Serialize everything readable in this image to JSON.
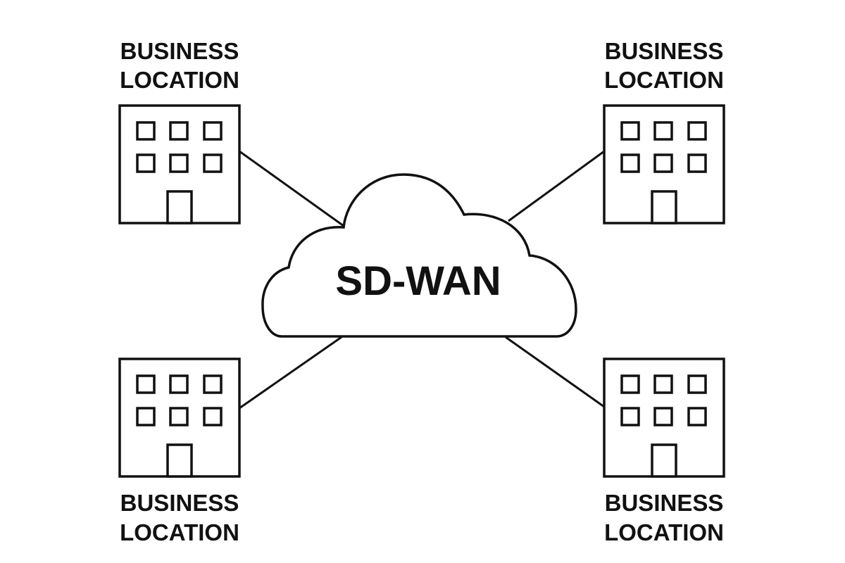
{
  "diagram": {
    "center_node": {
      "label": "SD-WAN",
      "icon": "cloud-icon"
    },
    "nodes": [
      {
        "id": "top-left",
        "line1": "BUSINESS",
        "line2": "LOCATION",
        "icon": "building-icon"
      },
      {
        "id": "top-right",
        "line1": "BUSINESS",
        "line2": "LOCATION",
        "icon": "building-icon"
      },
      {
        "id": "bottom-left",
        "line1": "BUSINESS",
        "line2": "LOCATION",
        "icon": "building-icon"
      },
      {
        "id": "bottom-right",
        "line1": "BUSINESS",
        "line2": "LOCATION",
        "icon": "building-icon"
      }
    ],
    "colors": {
      "stroke": "#111111",
      "background": "#ffffff"
    }
  }
}
